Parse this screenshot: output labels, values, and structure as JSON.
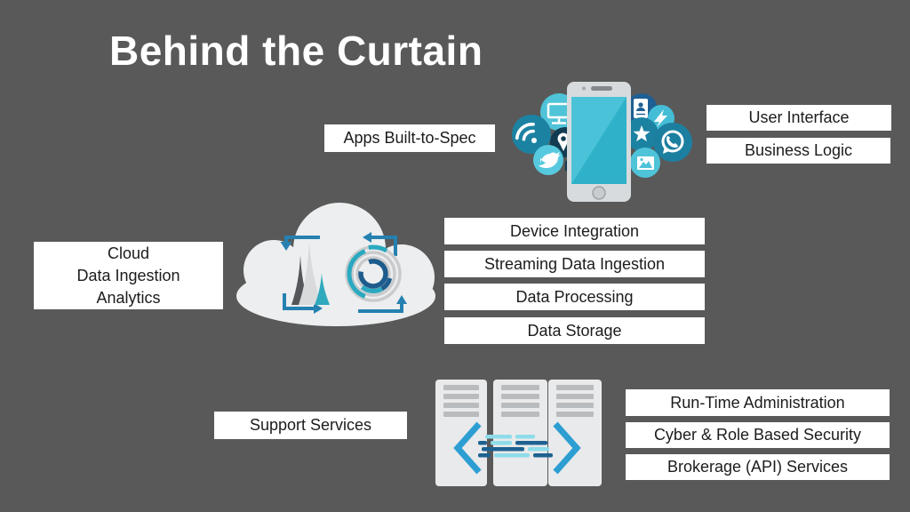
{
  "title": "Behind the Curtain",
  "palette": {
    "background": "#595959",
    "label_bg": "#ffffff",
    "label_text": "#1c1c1c",
    "teal_light": "#4fc3d8",
    "teal_mid": "#2aa9c0",
    "teal_dark": "#1c82a2",
    "navy": "#1d5c8c",
    "blue_arrow": "#2581b0",
    "gray_light": "#e9ebec"
  },
  "apps_section": {
    "left_label": "Apps Built-to-Spec",
    "right_labels": [
      "User Interface",
      "Business Logic"
    ],
    "illustration": "smartphone-with-social-app-icons"
  },
  "cloud_section": {
    "left_label_lines": [
      "Cloud",
      "Data Ingestion",
      "Analytics"
    ],
    "right_labels": [
      "Device Integration",
      "Streaming Data Ingestion",
      "Data Processing",
      "Data Storage"
    ],
    "illustration": "cloud-with-analytics-charts"
  },
  "support_section": {
    "left_label": "Support Services",
    "right_labels": [
      "Run-Time Administration",
      "Cyber & Role Based Security",
      "Brokerage (API) Services"
    ],
    "illustration": "server-racks-with-code"
  }
}
